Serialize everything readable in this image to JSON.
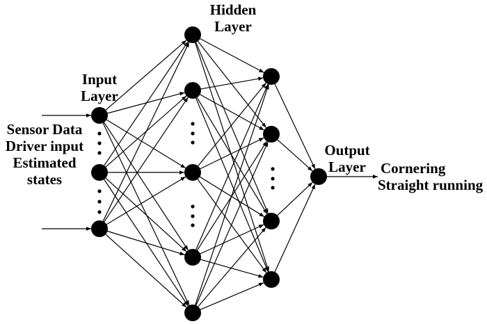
{
  "title": "Neural network architecture",
  "colors": {
    "ink": "#000000",
    "background": "#ffffff"
  },
  "labels": {
    "input_layer": [
      "Input",
      "Layer"
    ],
    "hidden_layer": [
      "Hidden",
      "Layer"
    ],
    "output_layer": [
      "Output",
      "Layer"
    ],
    "inputs": [
      "Sensor Data",
      "Driver input",
      "Estimated",
      "states"
    ],
    "outputs": [
      "Cornering",
      "Straight running"
    ]
  },
  "layers": [
    {
      "name": "input",
      "nodes": 3,
      "ellipsis_between": [
        0,
        1
      ]
    },
    {
      "name": "hidden-1",
      "nodes": 5,
      "ellipsis_between": [
        1,
        2
      ]
    },
    {
      "name": "hidden-2",
      "nodes": 4,
      "ellipsis_between": [
        1
      ]
    },
    {
      "name": "output",
      "nodes": 1,
      "ellipsis_between": []
    }
  ],
  "connections": "fully-connected between consecutive layers",
  "input_arrows": [
    0,
    2
  ],
  "output_arrow": true
}
